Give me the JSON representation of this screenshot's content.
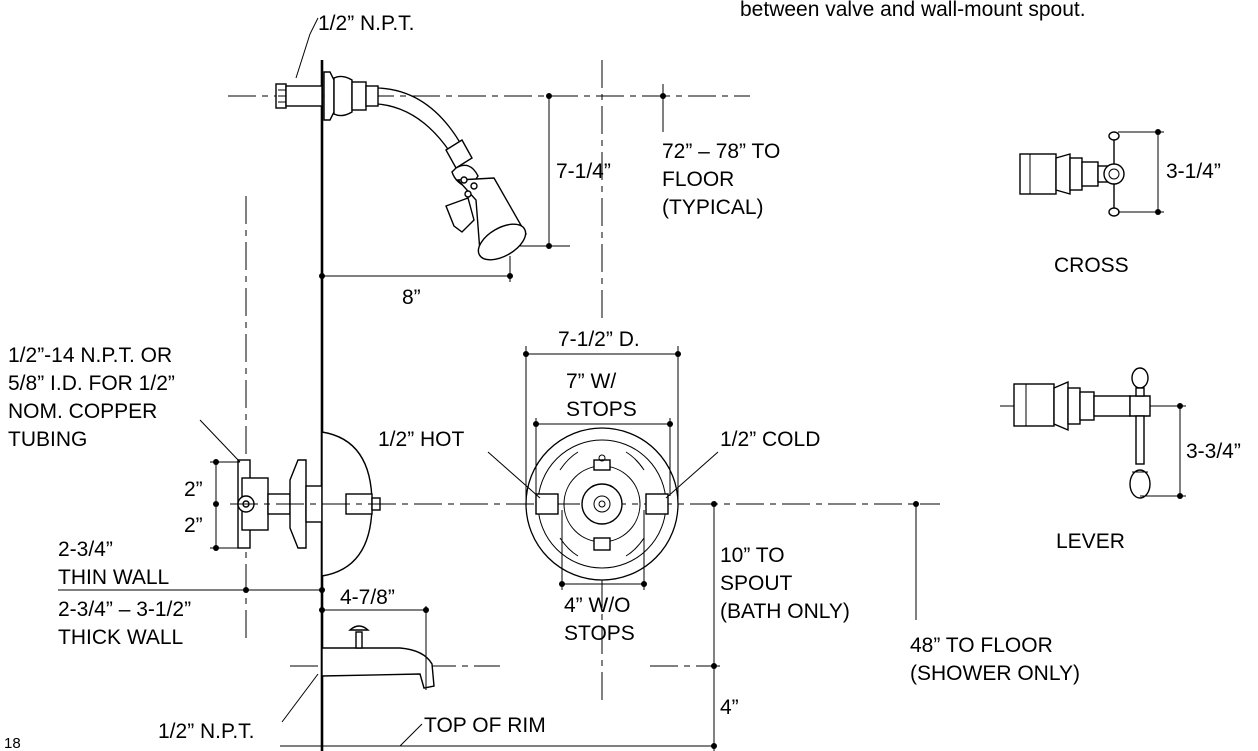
{
  "header_note": "between valve and wall-mount spout.",
  "page_number": "18",
  "labels": {
    "npt_top": "1/2” N.P.T.",
    "dim_7_1_4": "7-1/4”",
    "floor_1": "72” – 78” TO",
    "floor_2": "FLOOR",
    "floor_3": "(TYPICAL)",
    "dim_8": "8”",
    "supply_1": "1/2”-14 N.P.T. OR",
    "supply_2": "5/8” I.D. FOR 1/2”",
    "supply_3": "NOM. COPPER",
    "supply_4": "TUBING",
    "dim_2_upper": "2”",
    "dim_2_lower": "2”",
    "thin_1": "2-3/4”",
    "thin_2": "THIN WALL",
    "thick_1": "2-3/4” – 3-1/2”",
    "thick_2": "THICK WALL",
    "dim_4_7_8": "4-7/8”",
    "npt_bottom": "1/2” N.P.T.",
    "top_of_rim": "TOP OF RIM",
    "dim_7_1_2_d": "7-1/2” D.",
    "stops_1": "7” W/",
    "stops_2": "STOPS",
    "hot": "1/2” HOT",
    "cold": "1/2” COLD",
    "wo_stops_1": "4” W/O",
    "wo_stops_2": "STOPS",
    "spout_1": "10” TO",
    "spout_2": "SPOUT",
    "spout_3": "(BATH ONLY)",
    "dim_4": "4”",
    "shower_1": "48” TO FLOOR",
    "shower_2": "(SHOWER ONLY)",
    "cross_dim": "3-1/4”",
    "cross_name": "CROSS",
    "lever_dim": "3-3/4”",
    "lever_name": "LEVER"
  }
}
